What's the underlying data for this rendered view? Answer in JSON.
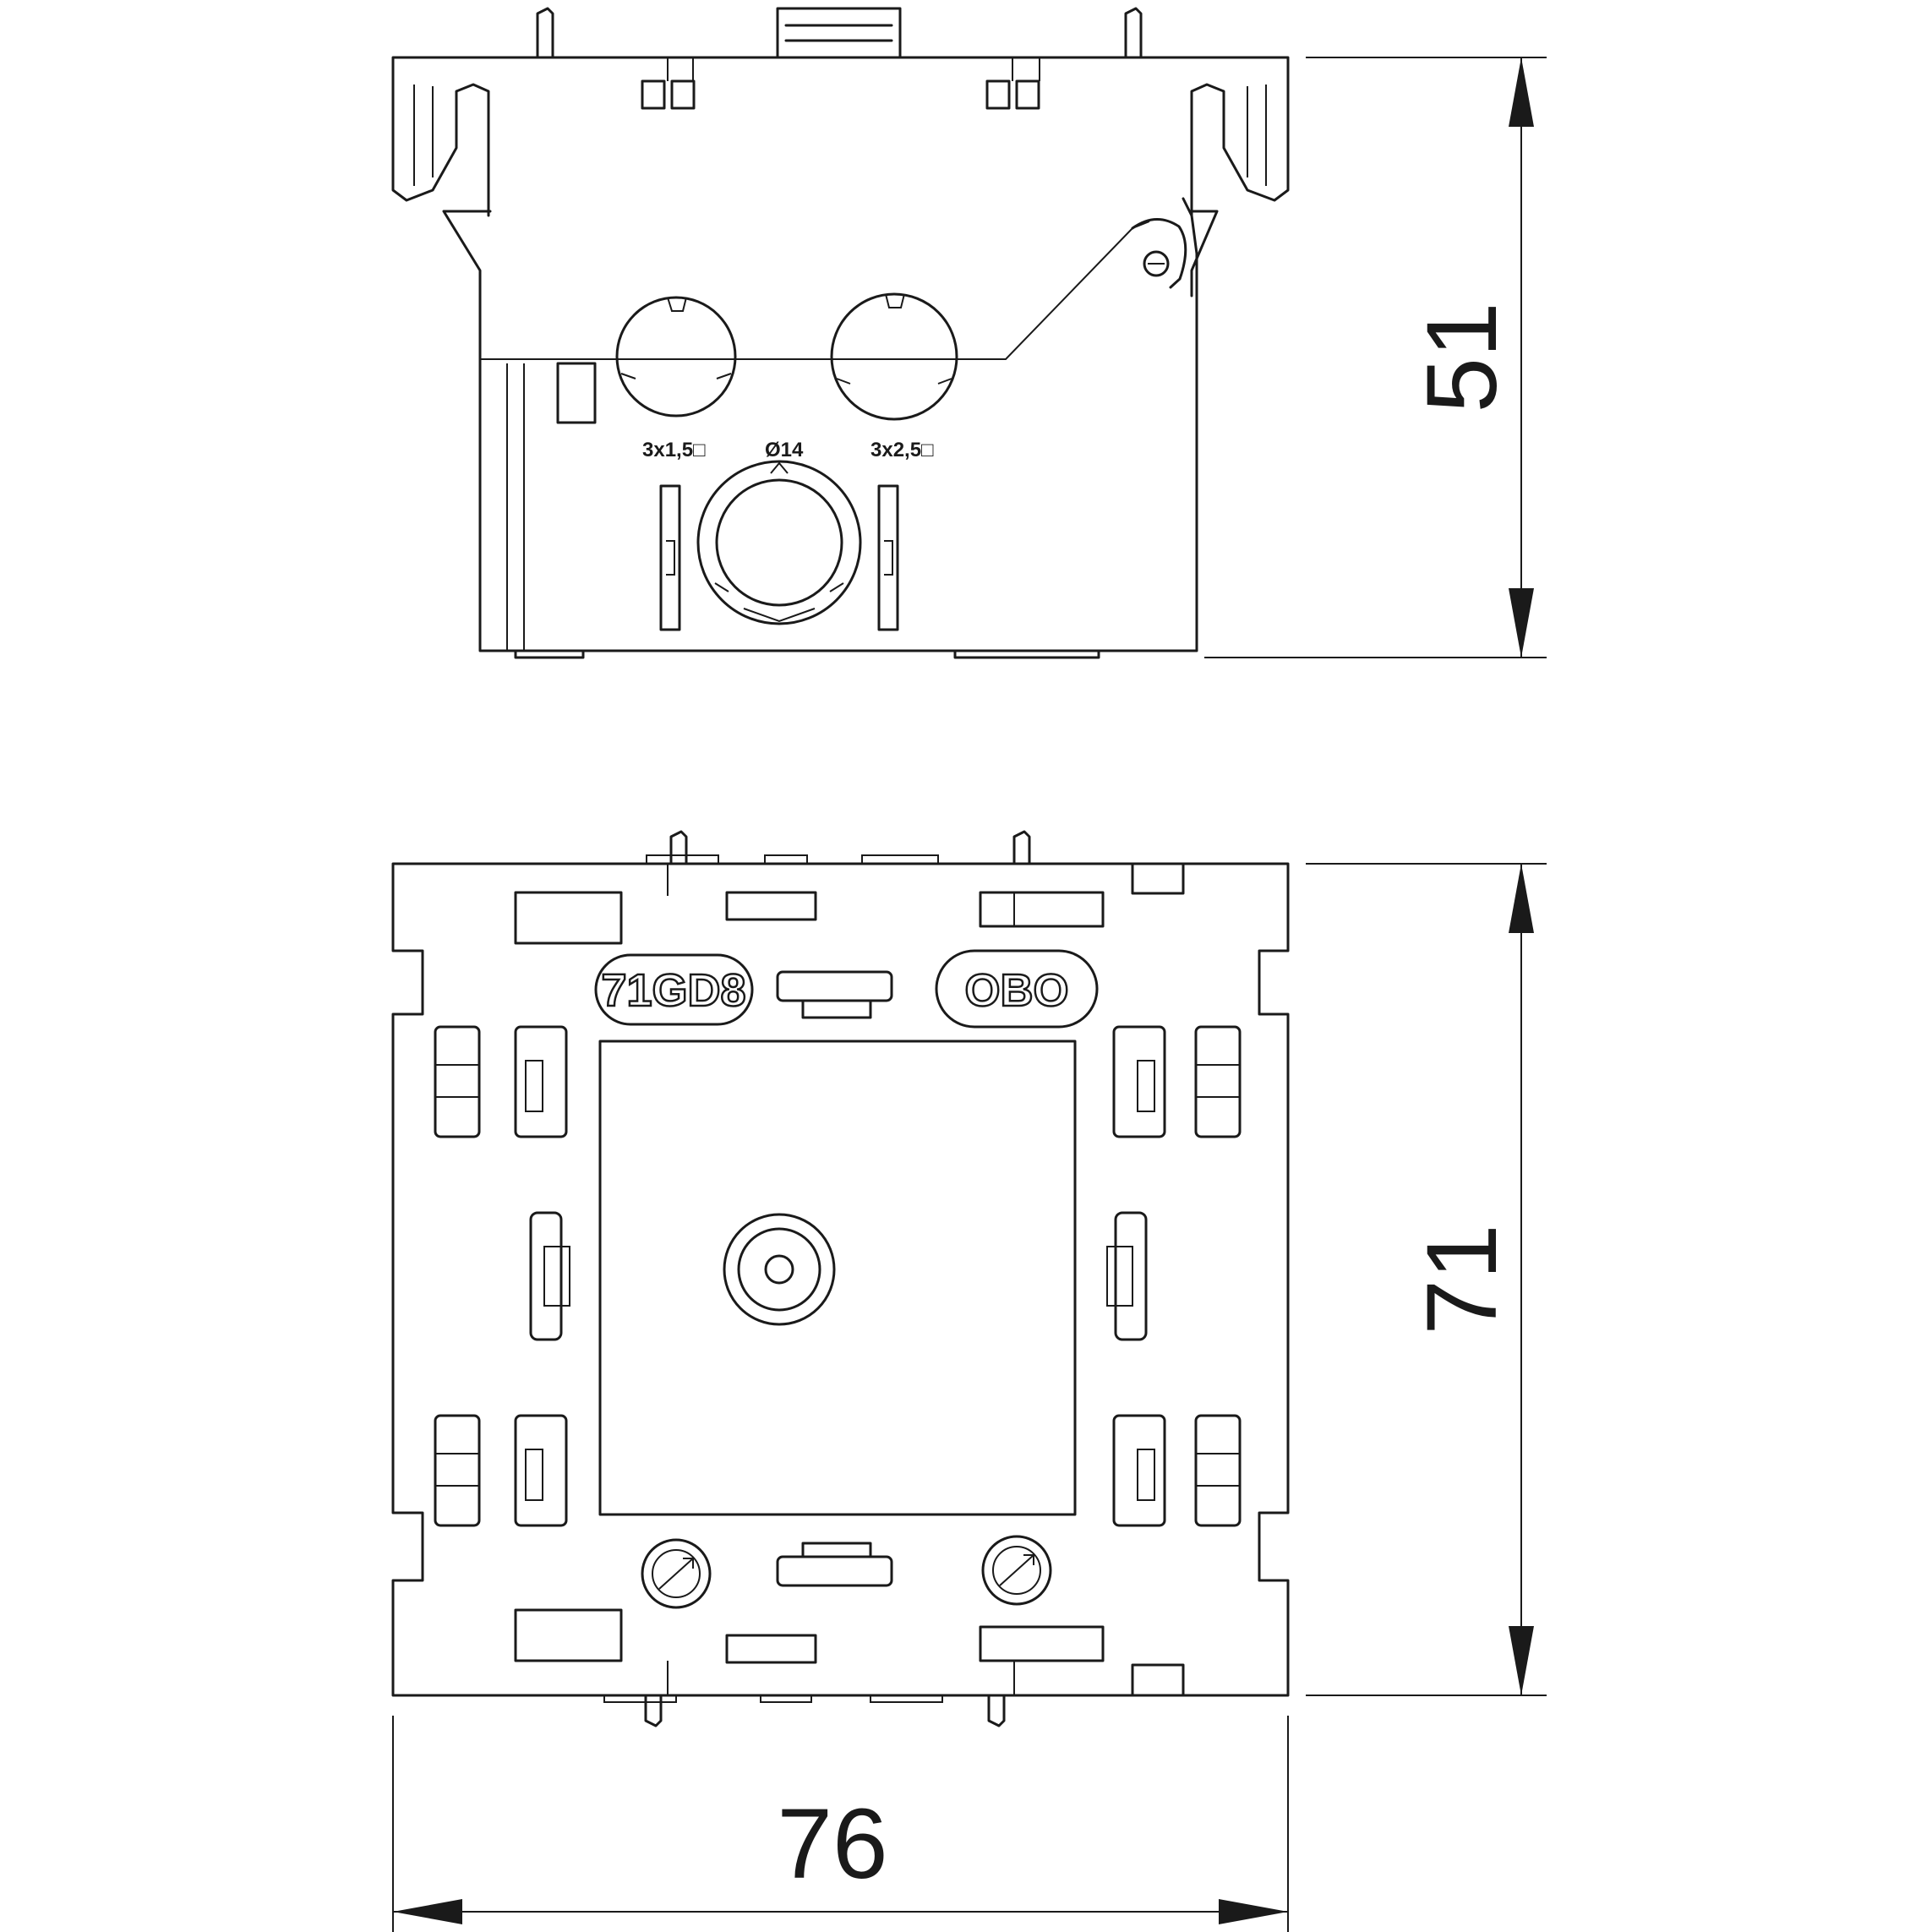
{
  "dimensions": {
    "height_side_view": "51",
    "height_top_view": "71",
    "width_top_view": "76"
  },
  "side_view": {
    "labels": {
      "entry_left": "3x1,5□",
      "entry_center": "Ø14",
      "entry_right": "3x2,5□"
    }
  },
  "top_view": {
    "labels": {
      "model": "71GD8",
      "brand": "OBO"
    }
  }
}
